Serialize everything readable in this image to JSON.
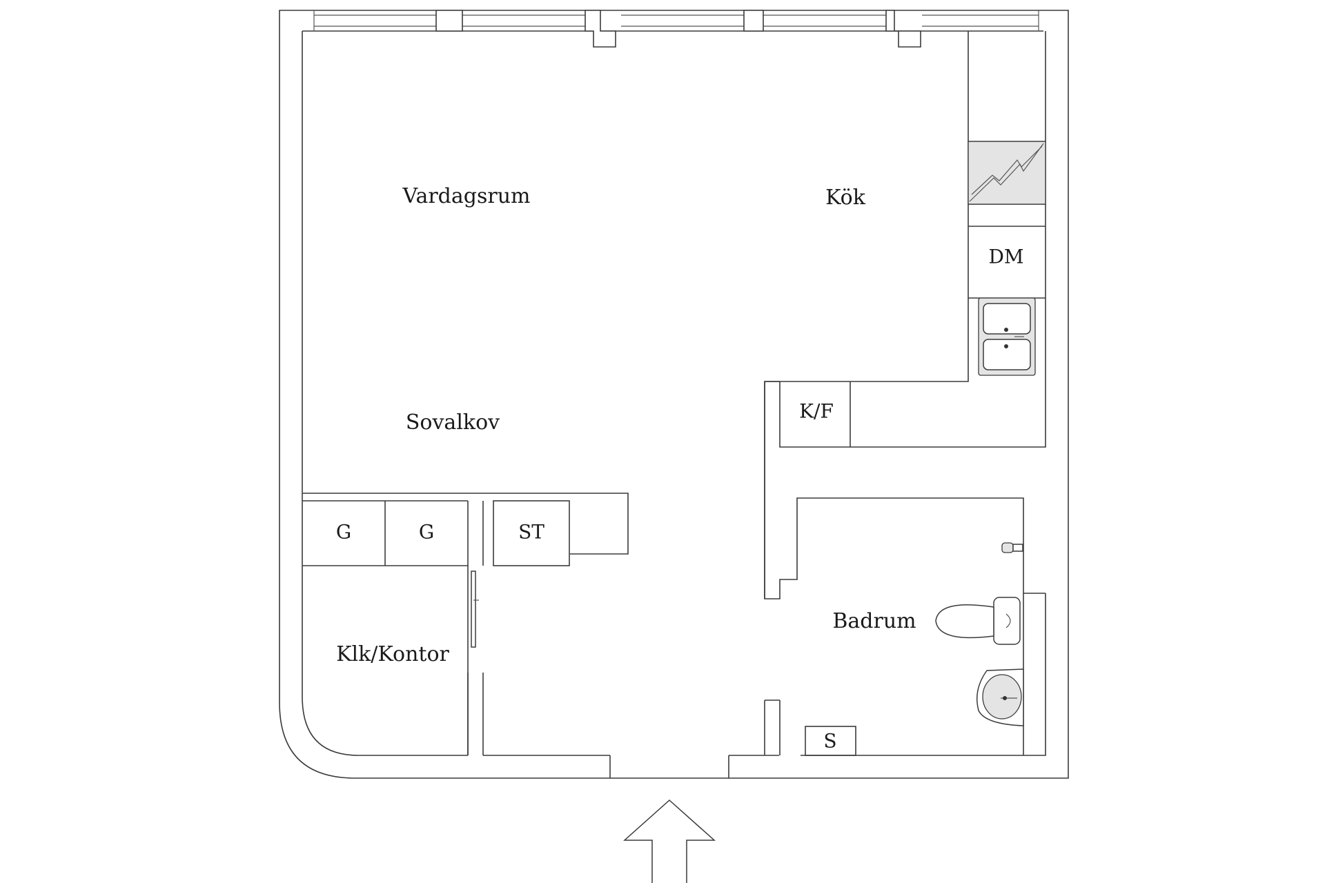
{
  "rooms": {
    "vardagsrum": "Vardagsrum",
    "kok": "Kök",
    "sovalkov": "Sovalkov",
    "klk_kontor": "Klk/Kontor",
    "badrum": "Badrum"
  },
  "fixtures": {
    "dishwasher": "DM",
    "fridge_freezer": "K/F",
    "closet_g1": "G",
    "closet_g2": "G",
    "storage": "ST",
    "cabinet_s": "S"
  },
  "icons": {
    "stove": "stove-icon",
    "sink": "kitchen-sink-icon",
    "toilet": "toilet-icon",
    "washbasin": "washbasin-icon",
    "tap": "tap-icon",
    "entrance": "entrance-arrow-icon"
  },
  "colors": {
    "line": "#3a3a3a",
    "background": "#ffffff"
  }
}
